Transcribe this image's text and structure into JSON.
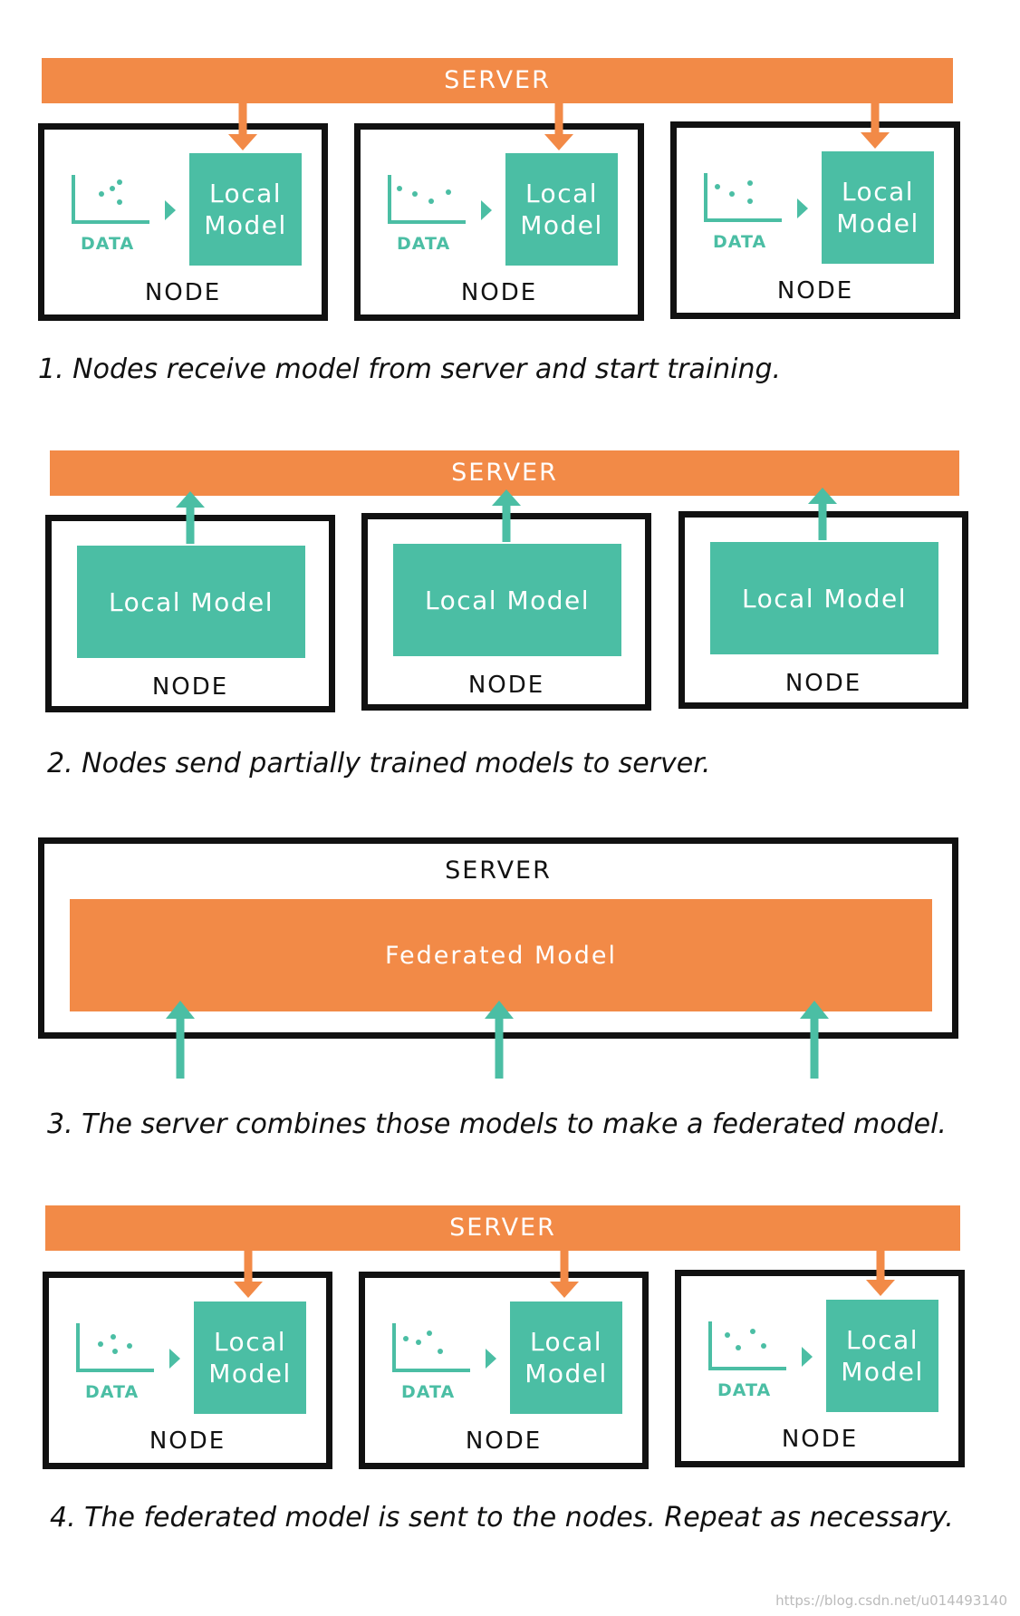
{
  "colors": {
    "orange": "#f28a47",
    "teal": "#4bbea4",
    "black": "#111111"
  },
  "step1": {
    "server": "SERVER",
    "node": "NODE",
    "data": "DATA",
    "model_line1": "Local",
    "model_line2": "Model",
    "caption": "1. Nodes receive model from server and start training."
  },
  "step2": {
    "server": "SERVER",
    "node": "NODE",
    "model": "Local Model",
    "caption": "2. Nodes send partially trained models to server."
  },
  "step3": {
    "server": "SERVER",
    "model": "Federated Model",
    "caption": "3. The server combines those models to make a federated model."
  },
  "step4": {
    "server": "SERVER",
    "node": "NODE",
    "data": "DATA",
    "model_line1": "Local",
    "model_line2": "Model",
    "caption": "4. The federated model is sent to the nodes. Repeat as necessary."
  },
  "watermark": "https://blog.csdn.net/u014493140"
}
